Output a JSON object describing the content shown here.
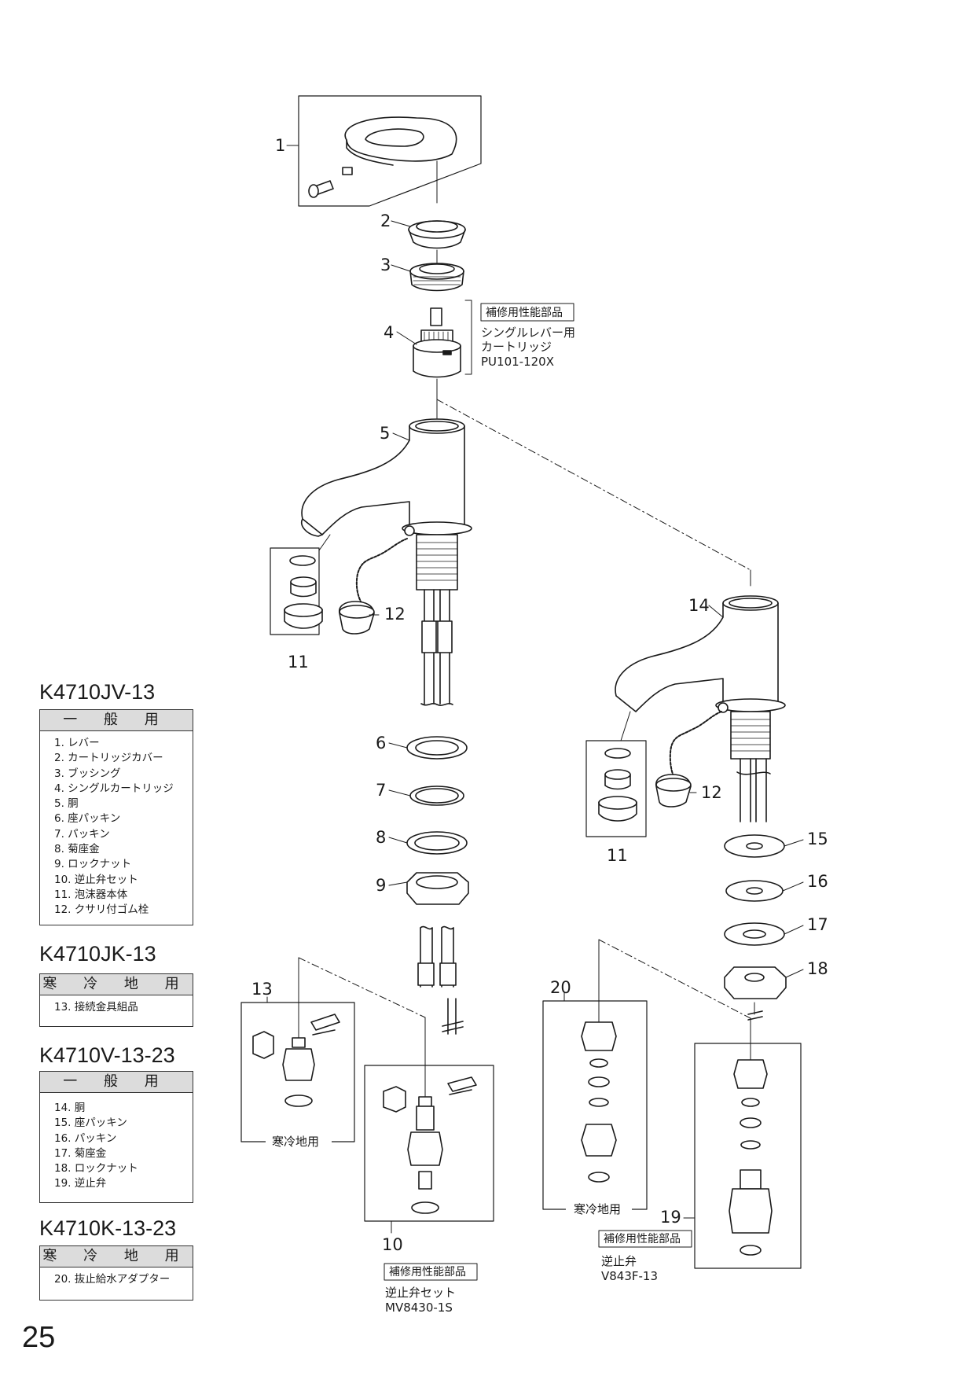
{
  "callouts": [
    "1",
    "2",
    "3",
    "4",
    "5",
    "6",
    "7",
    "8",
    "9",
    "10",
    "11",
    "12",
    "13",
    "14",
    "15",
    "16",
    "17",
    "18",
    "19",
    "20"
  ],
  "repeat_labels": {
    "eleven": "11",
    "twelve": "12"
  },
  "cartridge_note": {
    "tag": "補修用性能部品",
    "line1": "シングルレバー用",
    "line2": "カートリッジ",
    "code": "PU101-120X"
  },
  "check_valve_set_note": {
    "tag": "補修用性能部品",
    "line1": "逆止弁セット",
    "code": "MV8430-1S"
  },
  "check_valve_note": {
    "tag": "補修用性能部品",
    "line1": "逆止弁",
    "code": "V843F-13"
  },
  "cold_region_label": "寒冷地用",
  "tables": [
    {
      "model": "K4710JV-13",
      "category": "一 般 用",
      "items": [
        "1. レバー",
        "2. カートリッジカバー",
        "3. ブッシング",
        "4. シングルカートリッジ",
        "5. 胴",
        "6. 座パッキン",
        "7. パッキン",
        "8. 菊座金",
        "9. ロックナット",
        "10. 逆止弁セット",
        "11. 泡沫器本体",
        "12. クサリ付ゴム栓"
      ]
    },
    {
      "model": "K4710JK-13",
      "category": "寒 冷 地 用",
      "items": [
        "13. 接続金具組品"
      ]
    },
    {
      "model": "K4710V-13-23",
      "category": "一 般 用",
      "items": [
        "14. 胴",
        "15. 座パッキン",
        "16. パッキン",
        "17. 菊座金",
        "18. ロックナット",
        "19. 逆止弁"
      ]
    },
    {
      "model": "K4710K-13-23",
      "category": "寒 冷 地 用",
      "items": [
        "20. 抜止給水アダプター"
      ]
    }
  ],
  "page_number": "25"
}
